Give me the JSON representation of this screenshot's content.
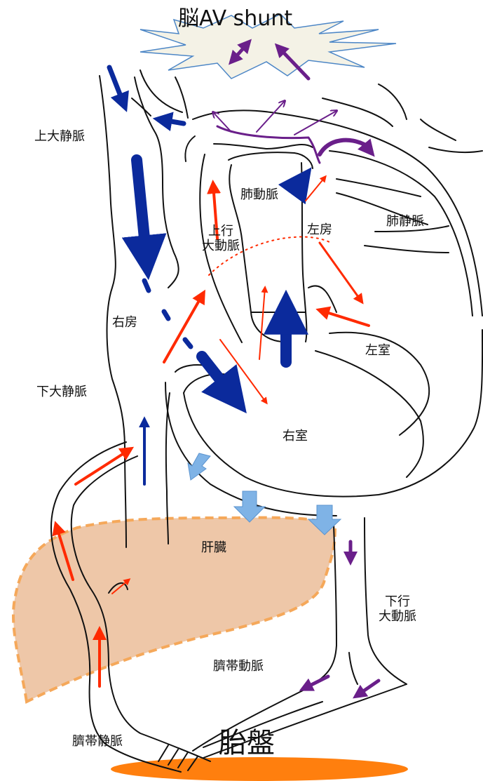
{
  "title": "脳AV shunt",
  "placenta_label": "胎盤",
  "labels": {
    "svc": "上大静脈",
    "ivc": "下大静脈",
    "pa": "肺動脈",
    "ascending_aorta": [
      "上行",
      "大動脈"
    ],
    "la": "左房",
    "pulmonary_vein": "肺静脈",
    "ra": "右房",
    "lv": "左室",
    "rv": "右室",
    "liver": "肝臓",
    "descending_aorta": [
      "下行",
      "大動脈"
    ],
    "umbilical_artery": "臍帯動脈",
    "umbilical_vein": "臍帯静脈"
  },
  "colors": {
    "venous_blue": "#0b2a9c",
    "oxygenated_red": "#ff2a00",
    "shunt_purple": "#6a1f8a",
    "liver_fill": "#eec7a8",
    "liver_border": "#f5a85a",
    "placenta": "#ff7f0e",
    "flow_light_blue": "#7fb3e6",
    "burst_fill": "#f4f2e6",
    "burst_stroke": "#4c86c6"
  }
}
